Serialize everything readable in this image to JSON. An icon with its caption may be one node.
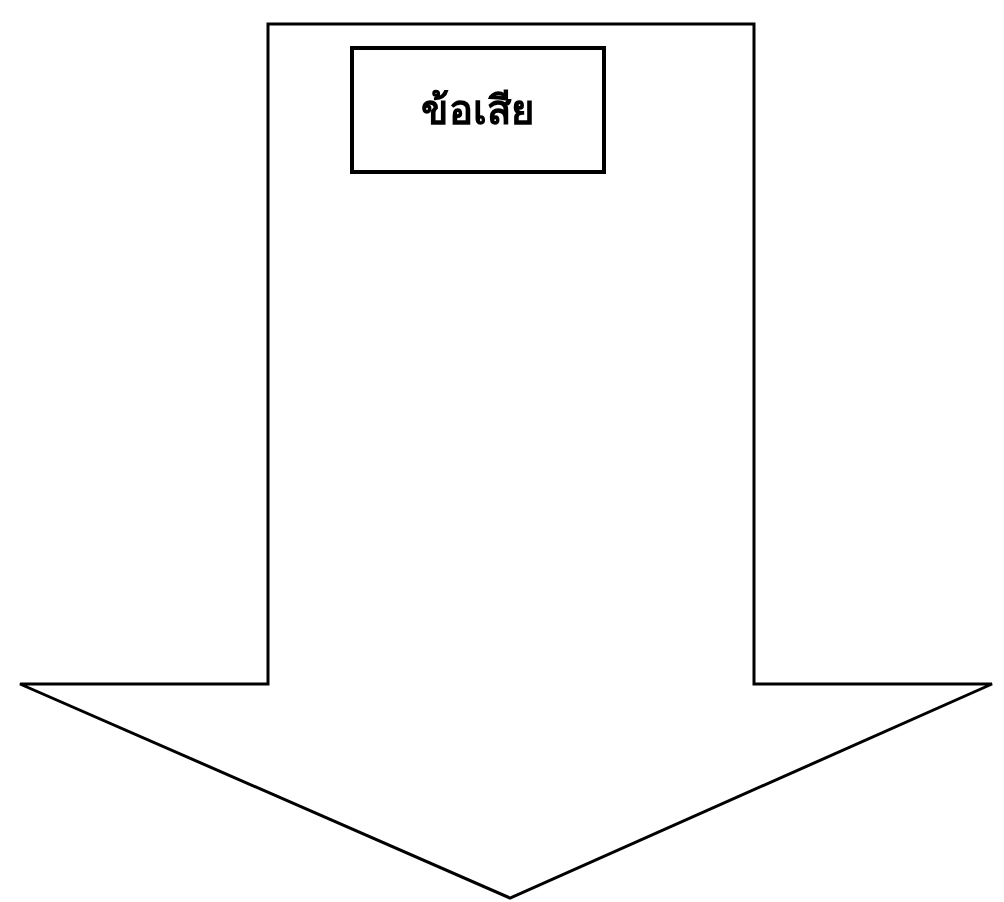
{
  "diagram": {
    "nodes": [
      {
        "text": [],
        "shape": "arrow"
      },
      {
        "text": [
          "ข้อเสีย"
        ],
        "in": 0
      }
    ]
  }
}
